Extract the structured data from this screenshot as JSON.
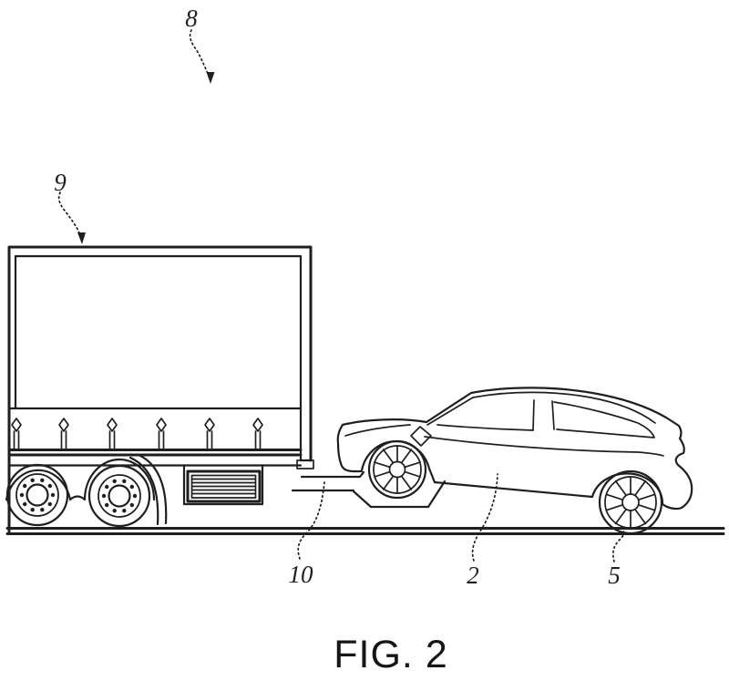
{
  "figure": {
    "caption": "FIG. 2",
    "labels": {
      "n8": "8",
      "n9": "9",
      "n10": "10",
      "n2": "2",
      "n5": "5"
    },
    "ink_color": "#1f1f1f"
  }
}
